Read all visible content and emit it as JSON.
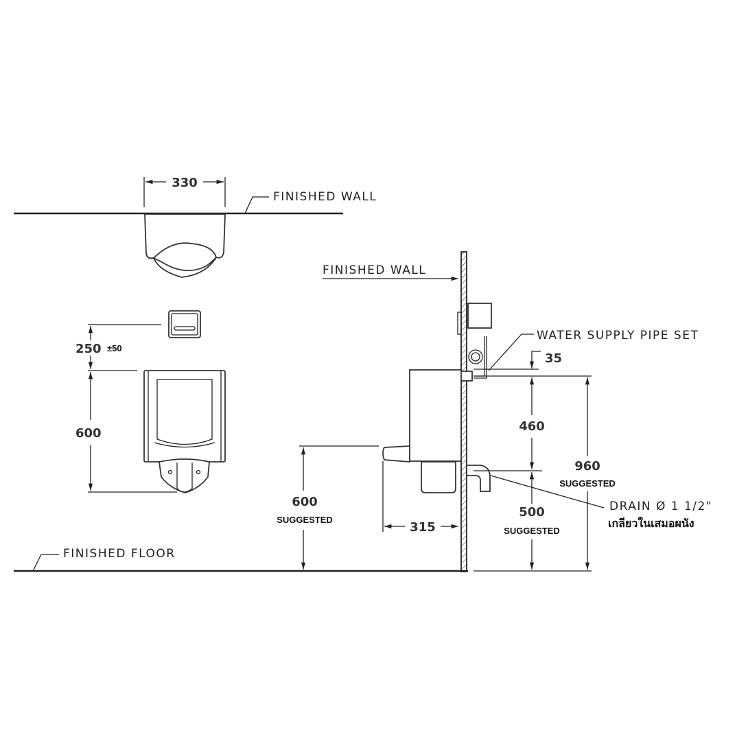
{
  "labels": {
    "finished_wall_top": "FINISHED  WALL",
    "finished_wall_side": "FINISHED  WALL",
    "finished_floor": "FINISHED  FLOOR",
    "water_supply": "WATER  SUPPLY  PIPE  SET",
    "drain": "DRAIN  Ø 1  1/2\"",
    "drain_thai": "เกลียวในเสมอผนัง",
    "suggested": "SUGGESTED"
  },
  "dimensions": {
    "width_top": "330",
    "sensor_offset": "250",
    "sensor_tolerance": "±50",
    "front_height": "600",
    "rim_height": "600",
    "projection": "315",
    "supply_offset": "35",
    "supply_to_drain": "460",
    "supply_height": "960",
    "drain_height": "500"
  },
  "colors": {
    "line": "#222222",
    "background": "#ffffff"
  }
}
